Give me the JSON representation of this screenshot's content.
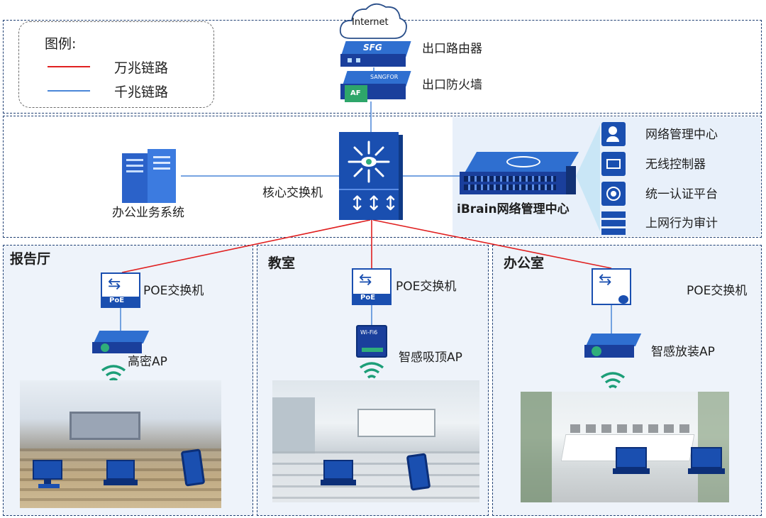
{
  "legend": {
    "title": "图例:",
    "items": [
      {
        "label": "万兆链路",
        "color": "#e02020"
      },
      {
        "label": "千兆链路",
        "color": "#4a86d8"
      }
    ]
  },
  "top": {
    "cloud": "Internet",
    "router_brand": "SFG",
    "router_label": "出口路由器",
    "firewall_brand": "SANGFOR",
    "firewall_badge": "AF",
    "firewall_label": "出口防火墙"
  },
  "core": {
    "server_label": "办公业务系统",
    "switch_label": "核心交换机",
    "ibrain_label": "iBrain网络管理中心",
    "services": [
      "网络管理中心",
      "无线控制器",
      "统一认证平台",
      "上网行为审计"
    ]
  },
  "areas": [
    {
      "title": "报告厅",
      "switch_label": "POE交换机",
      "poe_badge": "PoE",
      "ap_label": "高密AP"
    },
    {
      "title": "教室",
      "switch_label": "POE交换机",
      "poe_badge": "PoE",
      "ap_label": "智感吸顶AP",
      "ap_badge": "Wi-Fi6"
    },
    {
      "title": "办公室",
      "switch_label": "POE交换机",
      "ap_label": "智感放装AP"
    }
  ],
  "colors": {
    "ten_gig": "#e02020",
    "gig": "#4a86d8",
    "zone_border": "#1f3f73",
    "panel_bg": "#e8f0fa",
    "device_blue": "#1a4fb0"
  }
}
